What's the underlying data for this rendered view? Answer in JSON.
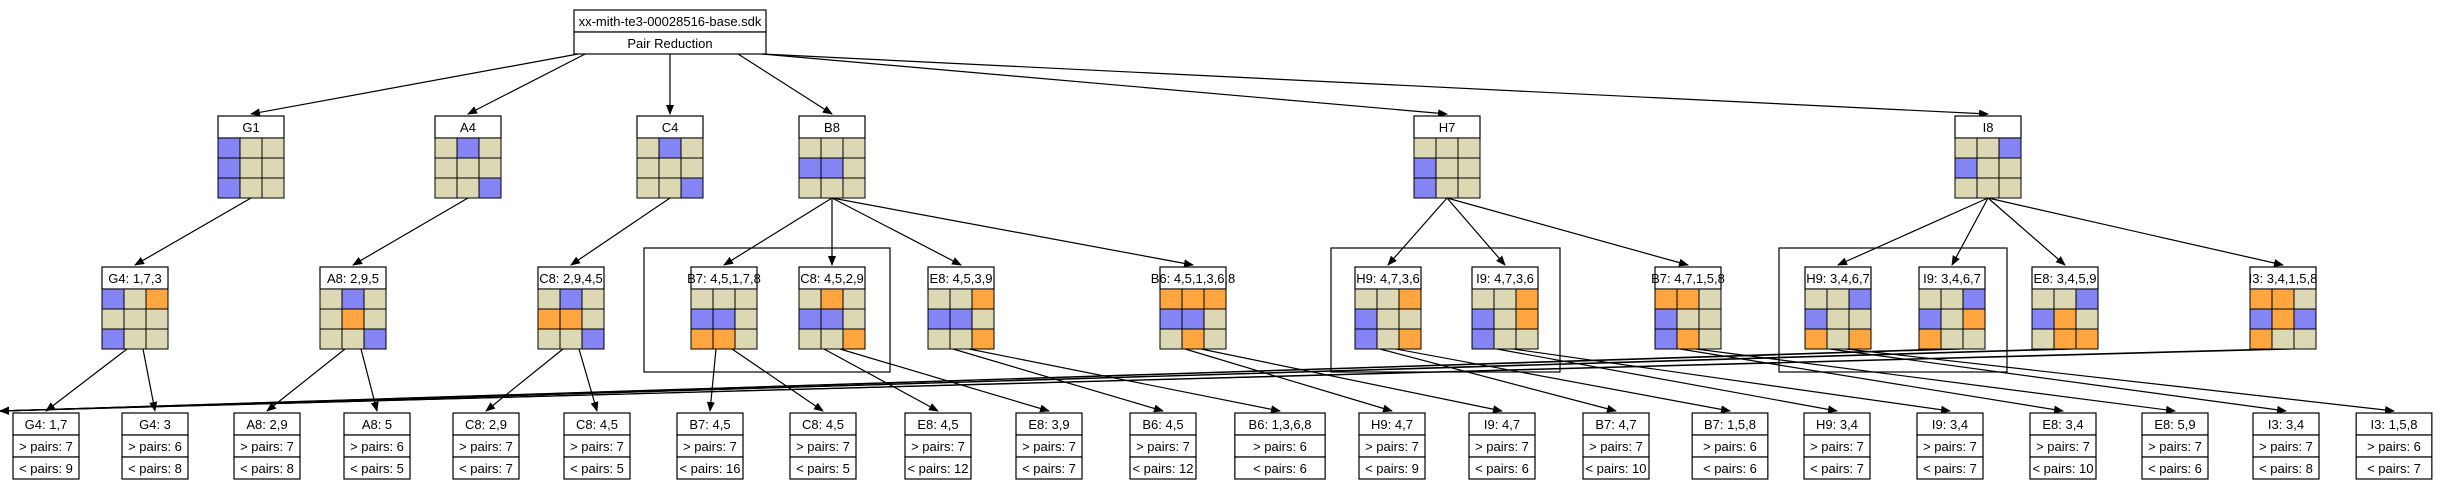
{
  "root": {
    "title": "xx-mith-te3-00028516-base.sdk",
    "subtitle": "Pair Reduction"
  },
  "colors": {
    "empty": "#ddd8b4",
    "given": "#8484f4",
    "highlight": "#ffa640",
    "line": "#000000",
    "background": "#ffffff"
  },
  "level1": [
    {
      "label": "G1",
      "cells": "bee bee bee"
    },
    {
      "label": "A4",
      "cells": "ebe eee eeb"
    },
    {
      "label": "C4",
      "cells": "ebe eee eeb"
    },
    {
      "label": "B8",
      "cells": "eee bbe eee"
    },
    {
      "label": "H7",
      "cells": "eee bee bee"
    },
    {
      "label": "I8",
      "cells": "eeb bee eee"
    }
  ],
  "level2": [
    {
      "label": "G4: 1,7,3",
      "cells": "beo eee bee"
    },
    {
      "label": "A8: 2,9,5",
      "cells": "ebe eoe eeb"
    },
    {
      "label": "C8: 2,9,4,5",
      "cells": "ebe ooe eeb"
    },
    {
      "label": "B7: 4,5,1,7,8",
      "cells": "eee bbe ooe"
    },
    {
      "label": "C8: 4,5,2,9",
      "cells": "eoe bbe eeo"
    },
    {
      "label": "E8: 4,5,3,9",
      "cells": "eeo bbe eeo"
    },
    {
      "label": "B6: 4,5,1,3,6,8",
      "cells": "ooo bbe eoe"
    },
    {
      "label": "H9: 4,7,3,6",
      "cells": "eeo bee beo"
    },
    {
      "label": "I9: 4,7,3,6",
      "cells": "eeo beo bee"
    },
    {
      "label": "B7: 4,7,1,5,8",
      "cells": "ooe bee boe"
    },
    {
      "label": "H9: 3,4,6,7",
      "cells": "eeb bee oeo"
    },
    {
      "label": "I9: 3,4,6,7",
      "cells": "eeb beo oee"
    },
    {
      "label": "E8: 3,4,5,9",
      "cells": "eeb boe eoo"
    },
    {
      "label": "I3: 3,4,1,5,8",
      "cells": "ooe bob oee"
    }
  ],
  "leaves": [
    {
      "label": "G4: 1,7",
      "more": "> pairs: 7",
      "less": "< pairs: 9"
    },
    {
      "label": "G4: 3",
      "more": "> pairs: 6",
      "less": "< pairs: 8"
    },
    {
      "label": "A8: 2,9",
      "more": "> pairs: 7",
      "less": "< pairs: 8"
    },
    {
      "label": "A8: 5",
      "more": "> pairs: 6",
      "less": "< pairs: 5"
    },
    {
      "label": "C8: 2,9",
      "more": "> pairs: 7",
      "less": "< pairs: 7"
    },
    {
      "label": "C8: 4,5",
      "more": "> pairs: 7",
      "less": "< pairs: 5"
    },
    {
      "label": "B7: 4,5",
      "more": "> pairs: 7",
      "less": "< pairs: 16"
    },
    {
      "label": "C8: 4,5",
      "more": "> pairs: 7",
      "less": "< pairs: 5"
    },
    {
      "label": "E8: 4,5",
      "more": "> pairs: 7",
      "less": "< pairs: 12"
    },
    {
      "label": "E8: 3,9",
      "more": "> pairs: 7",
      "less": "< pairs: 7"
    },
    {
      "label": "B6: 4,5",
      "more": "> pairs: 7",
      "less": "< pairs: 12"
    },
    {
      "label": "B6: 1,3,6,8",
      "more": "> pairs: 6",
      "less": "< pairs: 6"
    },
    {
      "label": "H9: 4,7",
      "more": "> pairs: 7",
      "less": "< pairs: 9"
    },
    {
      "label": "I9: 4,7",
      "more": "> pairs: 7",
      "less": "< pairs: 6"
    },
    {
      "label": "B7: 4,7",
      "more": "> pairs: 7",
      "less": "< pairs: 10"
    },
    {
      "label": "B7: 1,5,8",
      "more": "> pairs: 6",
      "less": "< pairs: 6"
    },
    {
      "label": "H9: 3,4",
      "more": "> pairs: 7",
      "less": "< pairs: 7"
    },
    {
      "label": "I9: 3,4",
      "more": "> pairs: 7",
      "less": "< pairs: 7"
    },
    {
      "label": "E8: 3,4",
      "more": "> pairs: 7",
      "less": "< pairs: 10"
    },
    {
      "label": "E8: 5,9",
      "more": "> pairs: 7",
      "less": "< pairs: 6"
    },
    {
      "label": "I3: 3,4",
      "more": "> pairs: 7",
      "less": "< pairs: 8"
    },
    {
      "label": "I3: 1,5,8",
      "more": "> pairs: 6",
      "less": "< pairs: 7"
    }
  ]
}
